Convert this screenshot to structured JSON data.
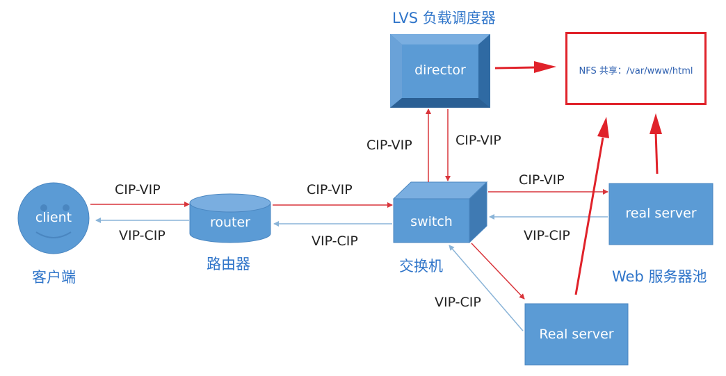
{
  "title": "LVS 负载调度器",
  "nodes": {
    "client": "client",
    "router": "router",
    "switch": "switch",
    "director": "director",
    "real_server_1": "real server",
    "real_server_2": "Real server"
  },
  "captions": {
    "client": "客户端",
    "router": "路由器",
    "switch": "交换机",
    "web_pool": "Web 服务器池"
  },
  "nfs": "NFS 共享：/var/www/html",
  "edge_labels": {
    "client_router_req": "CIP-VIP",
    "client_router_resp": "VIP-CIP",
    "router_switch_req": "CIP-VIP",
    "router_switch_resp": "VIP-CIP",
    "switch_director_up": "CIP-VIP",
    "director_switch_down": "CIP-VIP",
    "switch_rs1_req": "CIP-VIP",
    "switch_rs1_resp": "VIP-CIP",
    "switch_rs2_resp": "VIP-CIP"
  },
  "colors": {
    "node_fill": "#5b9bd5",
    "request_arrow": "#d9353b",
    "response_arrow": "#8ab4d8",
    "nfs_border": "#e0222a",
    "caption": "#2e74c9"
  }
}
